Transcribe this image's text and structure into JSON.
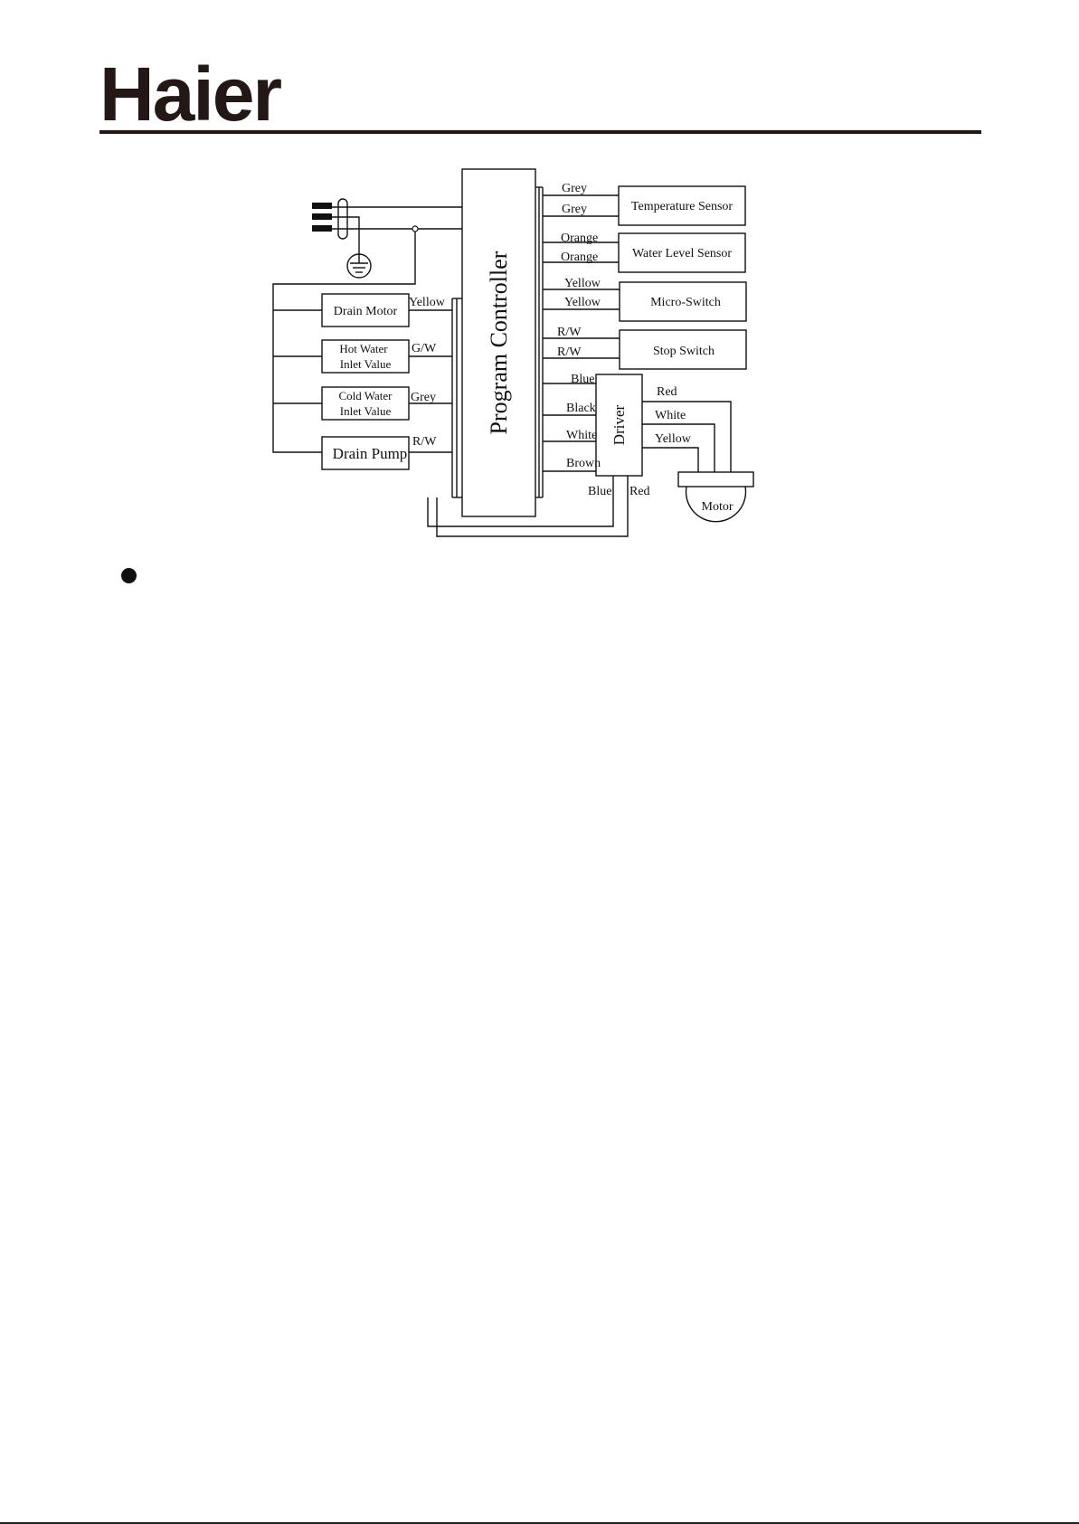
{
  "header": {
    "logo_text": "Haier"
  },
  "diagram": {
    "controller_label": "Program Controller",
    "driver_label": "Driver",
    "motor_label": "Motor",
    "right_components": [
      {
        "label": "Temperature Sensor",
        "wire_top": "Grey",
        "wire_bottom": "Grey"
      },
      {
        "label": "Water Level Sensor",
        "wire_top": "Orange",
        "wire_bottom": "Orange"
      },
      {
        "label": "Micro-Switch",
        "wire_top": "Yellow",
        "wire_bottom": "Yellow"
      },
      {
        "label": "Stop Switch",
        "wire_top": "R/W",
        "wire_bottom": "R/W"
      }
    ],
    "left_components": [
      {
        "label_line1": "Drain Motor",
        "label_line2": "",
        "wire": "Yellow"
      },
      {
        "label_line1": "Hot Water",
        "label_line2": "Inlet Value",
        "wire": "G/W"
      },
      {
        "label_line1": "Cold Water",
        "label_line2": "Inlet Value",
        "wire": "Grey"
      },
      {
        "label_line1": "Drain Pump",
        "label_line2": "",
        "wire": "R/W"
      }
    ],
    "driver_inputs": [
      "Blue",
      "Black",
      "White",
      "Brown"
    ],
    "driver_outputs": [
      "Red",
      "White",
      "Yellow"
    ],
    "driver_bottom_wires": [
      "Blue",
      "Red"
    ]
  }
}
